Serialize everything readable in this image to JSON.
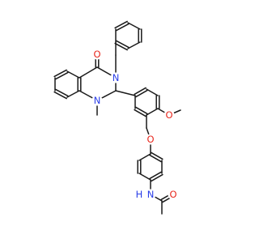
{
  "molecule": {
    "colors": {
      "carbon": "#1a1a1a",
      "oxygen": "#e8281e",
      "nitrogen": "#2a3ee8"
    },
    "atom_labels": [
      {
        "id": "O_carbonyl",
        "text": "O",
        "element": "oxygen"
      },
      {
        "id": "N3",
        "text": "N",
        "element": "nitrogen"
      },
      {
        "id": "N1",
        "text": "N",
        "element": "nitrogen"
      },
      {
        "id": "O_methoxy",
        "text": "O",
        "element": "oxygen"
      },
      {
        "id": "O_ether",
        "text": "O",
        "element": "oxygen"
      },
      {
        "id": "N_amide",
        "text": "N",
        "element": "nitrogen"
      },
      {
        "id": "H_amide",
        "text": "H",
        "element": "nitrogen"
      },
      {
        "id": "O_amide",
        "text": "O",
        "element": "oxygen"
      }
    ]
  }
}
